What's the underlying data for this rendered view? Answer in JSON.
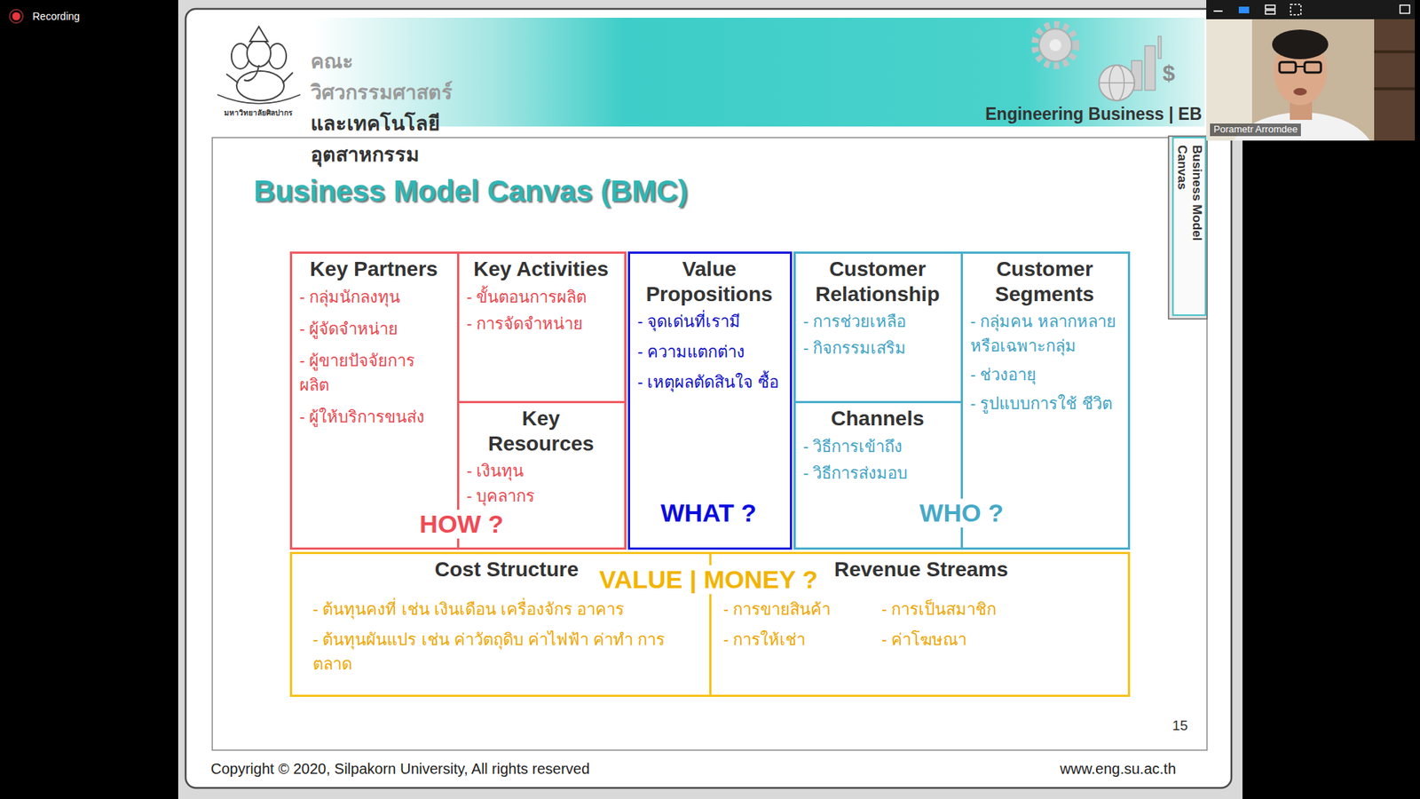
{
  "diagram": {
    "title": "Business Model Canvas (BMC)",
    "nodes": [
      {
        "text": [
          "Key Partners",
          "- กลุ่มนักลงทุน",
          "- ผู้จัดจำหน่าย",
          "- ผู้ขายปัจจัยการ ผลิต",
          "- ผู้ให้บริการขนส่ง"
        ]
      },
      {
        "text": [
          "Key Activities",
          "- ขั้นตอนการผลิต",
          "- การจัดจำหน่าย"
        ]
      },
      {
        "text": [
          "Key Resources",
          "- เงินทุน",
          "- บุคลากร"
        ]
      },
      {
        "text": [
          "Value Propositions",
          "- จุดเด่นที่เรามี",
          "- ความแตกต่าง",
          "- เหตุผลตัดสินใจ ซื้อ"
        ]
      },
      {
        "text": [
          "Customer Relationship",
          "- การช่วยเหลือ",
          "- กิจกรรมเสริม"
        ]
      },
      {
        "text": [
          "Channels",
          "- วิธีการเข้าถึง",
          "- วิธีการส่งมอบ"
        ]
      },
      {
        "text": [
          "Customer Segments",
          "- กลุ่มคน หลากหลาย หรือเฉพาะกลุ่ม",
          "- ช่วงอายุ",
          "- รูปแบบการใช้ ชีวิต"
        ]
      },
      {
        "text": [
          "Cost Structure",
          "- ต้นทุนคงที่ เช่น เงินเดือน เครื่องจักร อาคาร",
          "- ต้นทุนผันแปร เช่น ค่าวัตถุดิบ ค่าไฟฟ้า ค่าทำ การตลาด"
        ]
      },
      {
        "text": [
          "Revenue Streams",
          "- การขายสินค้า",
          "- การเป็นสมาชิก",
          "- การให้เช่า",
          "- ค่าโฆษณา"
        ]
      }
    ],
    "labels": [
      "Recording",
      "มหาวิทยาลัยศิลปากร",
      "คณะ วิศวกรรมศาสตร์",
      "และเทคโนโลยี อุตสาหกรรม",
      "$",
      "Engineering Business | EB",
      "Porametr Arromdee",
      "Business Model Canvas",
      "HOW ?",
      "WHAT ?",
      "WHO ?",
      "VALUE | MONEY ?",
      "15",
      "Copyright © 2020, Silpakorn University, All rights reserved",
      "www.eng.su.ac.th"
    ]
  }
}
